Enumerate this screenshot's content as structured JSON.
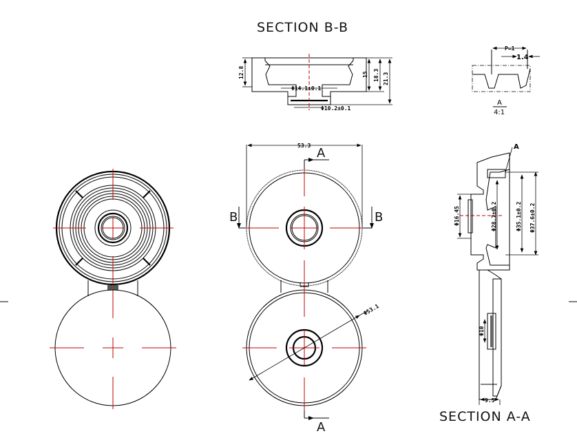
{
  "titles": {
    "section_bb": "SECTION B-B",
    "section_aa": "SECTION A-A"
  },
  "section_markers": {
    "a_top": "A",
    "a_bottom": "A",
    "b_left": "B",
    "b_right": "B"
  },
  "detail": {
    "label": "A",
    "scale": "4:1",
    "pitch": "P=1",
    "width": "1.4",
    "callout": "A"
  },
  "dimensions_bb": {
    "h1": "12.8",
    "h2": "15",
    "h3": "18.3",
    "h4": "21.3",
    "d_inner": "Φ14.1±0.1",
    "d_bottom": "Φ10.2±0.1"
  },
  "dimensions_main": {
    "width": "53.3",
    "diameter": "Φ53.1"
  },
  "dimensions_aa": {
    "d1": "Φ16.45",
    "d2": "Φ28.7±0.2",
    "d3": "Φ35.1±0.2",
    "d4": "Φ37.6±0.2",
    "d5": "Φ10",
    "thickness": "9.5"
  },
  "colors": {
    "line": "#000000",
    "centerline": "#c00000",
    "background": "#ffffff"
  }
}
